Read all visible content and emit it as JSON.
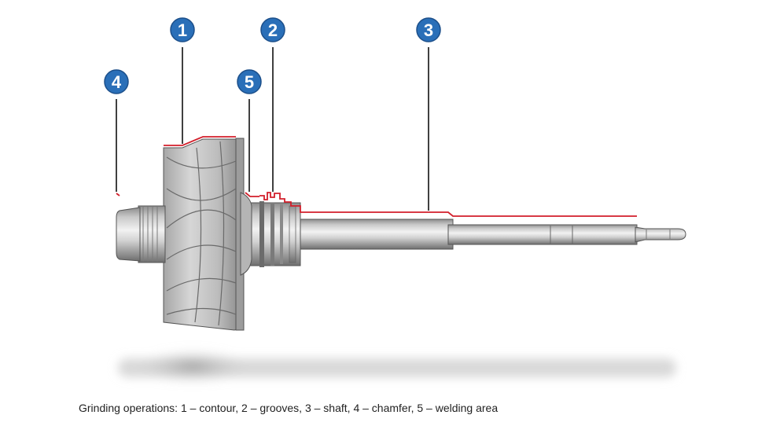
{
  "caption": "Grinding operations: 1 – contour, 2 – grooves, 3 – shaft, 4 – chamfer, 5 – welding area",
  "callouts": [
    {
      "number": "1",
      "operation": "contour"
    },
    {
      "number": "2",
      "operation": "grooves"
    },
    {
      "number": "3",
      "operation": "shaft"
    },
    {
      "number": "4",
      "operation": "chamfer"
    },
    {
      "number": "5",
      "operation": "welding area"
    }
  ],
  "colors": {
    "badge": "#2a6fb8",
    "badge_edge": "#1c4f8a",
    "grinding_line": "#d21f2b",
    "leader_line": "#111111"
  }
}
